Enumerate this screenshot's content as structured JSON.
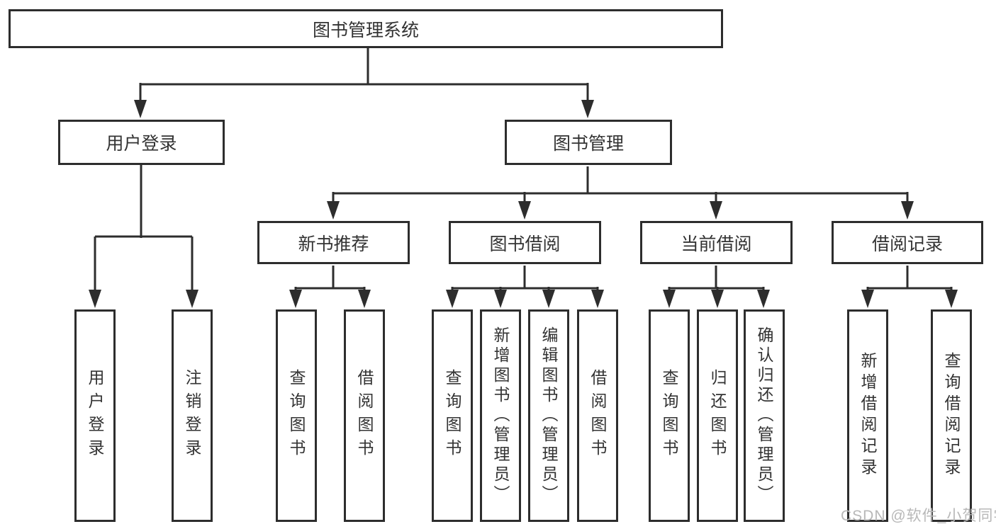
{
  "tree": {
    "root": {
      "label": "图书管理系统"
    },
    "user": {
      "label": "用户登录",
      "leaves": [
        "用户登录",
        "注销登录"
      ]
    },
    "mgmt": {
      "label": "图书管理"
    },
    "sections": [
      {
        "label": "新书推荐",
        "leaves": [
          "查询图书",
          "借阅图书"
        ]
      },
      {
        "label": "图书借阅",
        "leaves": [
          "查询图书",
          "新增图书（管理员）",
          "编辑图书（管理员）",
          "借阅图书"
        ]
      },
      {
        "label": "当前借阅",
        "leaves": [
          "查询图书",
          "归还图书",
          "确认归还（管理员）"
        ]
      },
      {
        "label": "借阅记录",
        "leaves": [
          "新增借阅记录",
          "查询借阅记录"
        ]
      }
    ]
  },
  "watermark": "CSDN @软件_小贺同学",
  "colors": {
    "line": "#2d2d2d",
    "text": "#333333",
    "watermark": "#b8b8b8",
    "background": "#ffffff"
  }
}
